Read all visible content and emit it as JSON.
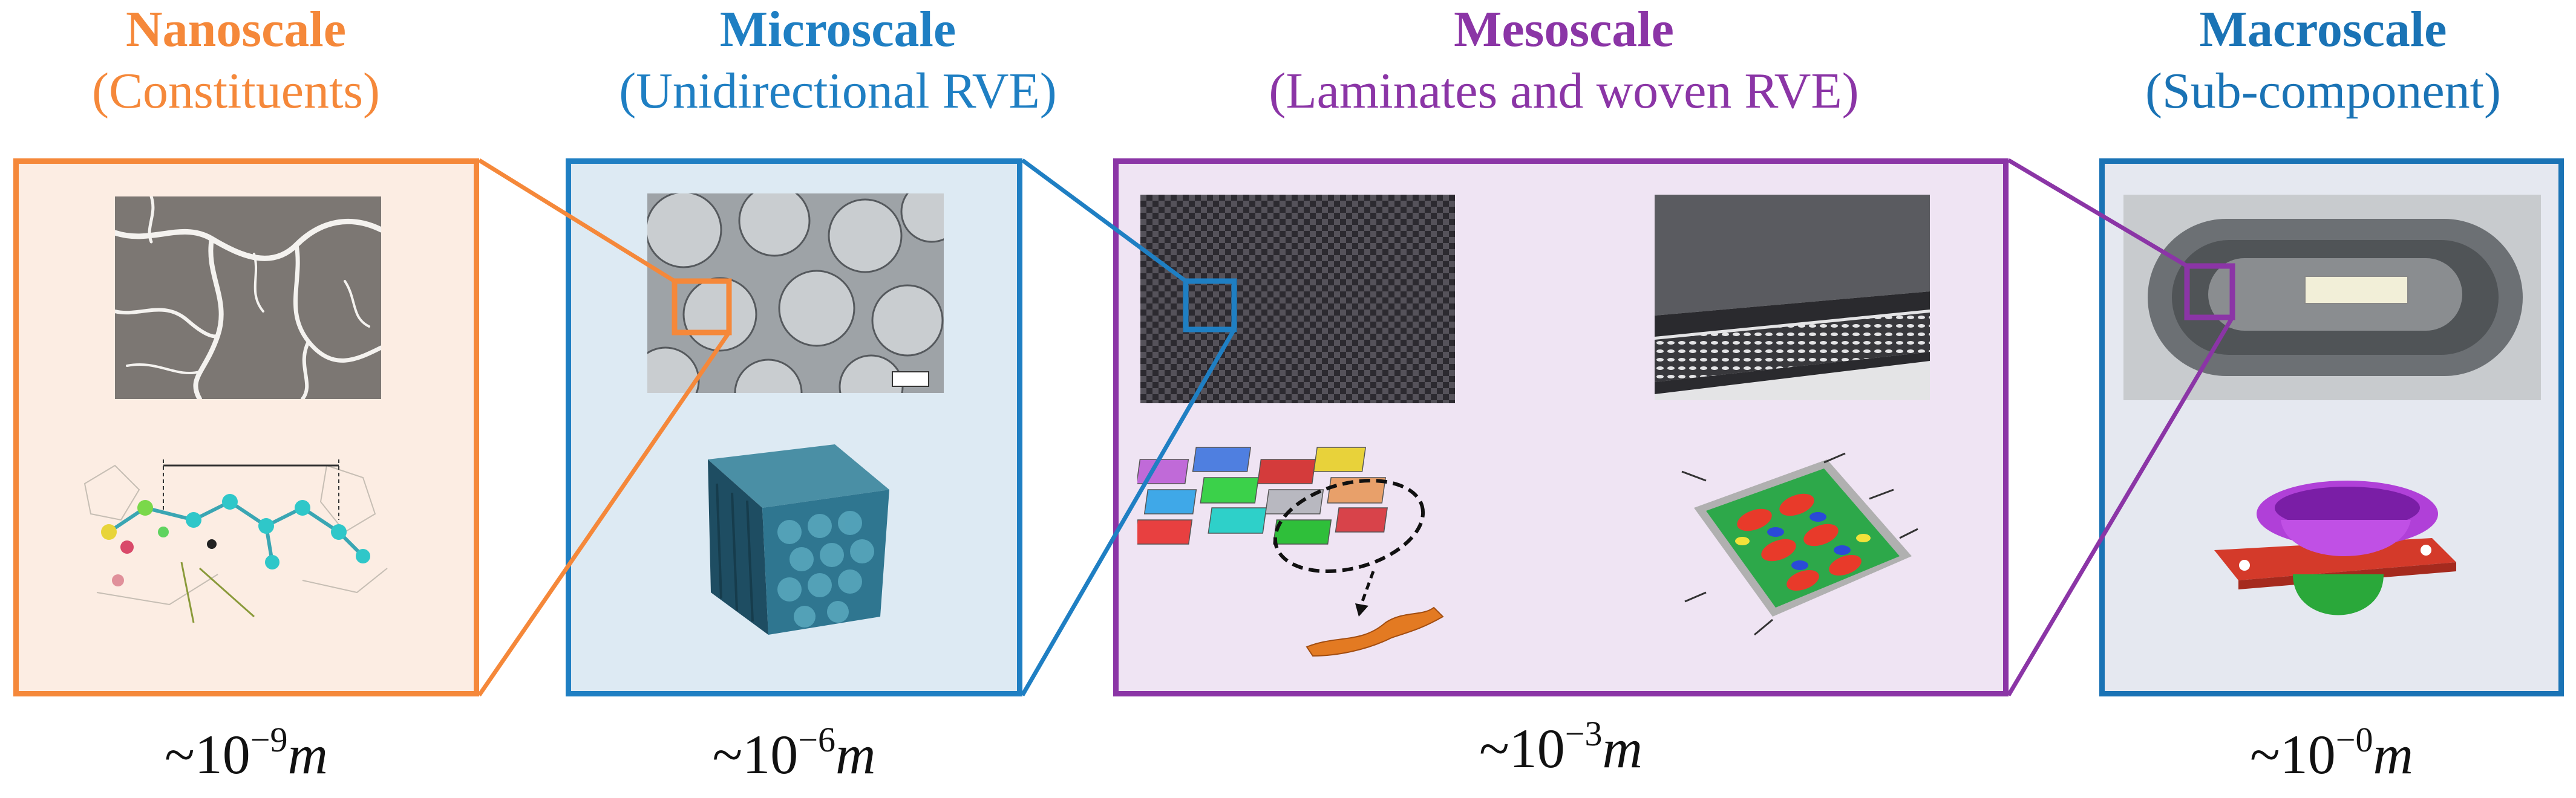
{
  "colors": {
    "nano": "#F5883A",
    "micro": "#1F7FC3",
    "meso": "#8B35A6",
    "macro": "#1A73B5"
  },
  "scales": [
    {
      "title": "Nanoscale",
      "subtitle": "(Constituents)",
      "size_base": "~10",
      "size_exp": "−9",
      "size_unit": "m"
    },
    {
      "title": "Microscale",
      "subtitle": "(Unidirectional RVE)",
      "size_base": "~10",
      "size_exp": "−6",
      "size_unit": "m"
    },
    {
      "title": "Mesoscale",
      "subtitle": "(Laminates and woven RVE)",
      "size_base": "~10",
      "size_exp": "−3",
      "size_unit": "m"
    },
    {
      "title": "Macroscale",
      "subtitle": "(Sub-component)",
      "size_base": "~10",
      "size_exp": "−0",
      "size_unit": "m"
    }
  ],
  "figures": {
    "nano_top": "crack-network-micrograph",
    "nano_bottom": "molecular-structure-model",
    "micro_top": "fibre-cross-section-micrograph",
    "micro_bottom": "unidirectional-rve-cube",
    "meso_top_left": "woven-fabric-photo",
    "meso_top_right": "laminate-stack-photo",
    "meso_bottom_left": "woven-tow-model",
    "meso_bottom_right": "woven-stress-contour",
    "macro_top": "moulded-component-photo",
    "macro_bottom": "component-fe-model"
  }
}
